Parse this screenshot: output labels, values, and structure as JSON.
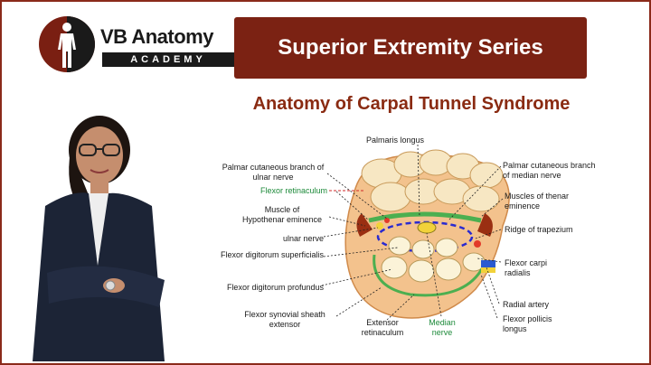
{
  "logo": {
    "brand": "VB Anatomy",
    "tag": "ACADEMY"
  },
  "banner": {
    "series": "Superior Extremity Series"
  },
  "title": "Anatomy of Carpal Tunnel Syndrome",
  "labels": {
    "palmaris_longus": "Palmaris longus",
    "palmar_cut_ulnar_1": "Palmar cutaneous branch of",
    "palmar_cut_ulnar_2": "ulnar nerve",
    "flexor_retinaculum": "Flexor retinaculum",
    "muscle_hypo_1": "Muscle of",
    "muscle_hypo_2": "Hypothenar eminence",
    "ulnar_nerve": "ulnar nerve",
    "fds": "Flexor digitorum superficialis",
    "fdp": "Flexor digitorum    profundus",
    "fss_1": "Flexor synovial sheath",
    "fss_2": "extensor",
    "ext_ret_1": "Extensor",
    "ext_ret_2": "retinaculum",
    "median_1": "Median",
    "median_2": "nerve",
    "palmar_cut_median_1": "Palmar cutaneous branch",
    "palmar_cut_median_2": "of median nerve",
    "thenar_1": "Muscles of thenar",
    "thenar_2": "eminence",
    "ridge_trapezium": "Ridge of trapezium",
    "fcr_1": "Flexor carpi",
    "fcr_2": "radialis",
    "radial_artery": "Radial artery",
    "fpl_1": "Flexor pollicis",
    "fpl_2": "longus"
  },
  "colors": {
    "brand_red": "#7b2213",
    "title_red": "#8a2b12",
    "label_green": "#1d8a3a",
    "nerve_yellow": "#f2d23a",
    "sheath_green": "#4caf50",
    "canal_blue": "#2a2ad0"
  }
}
